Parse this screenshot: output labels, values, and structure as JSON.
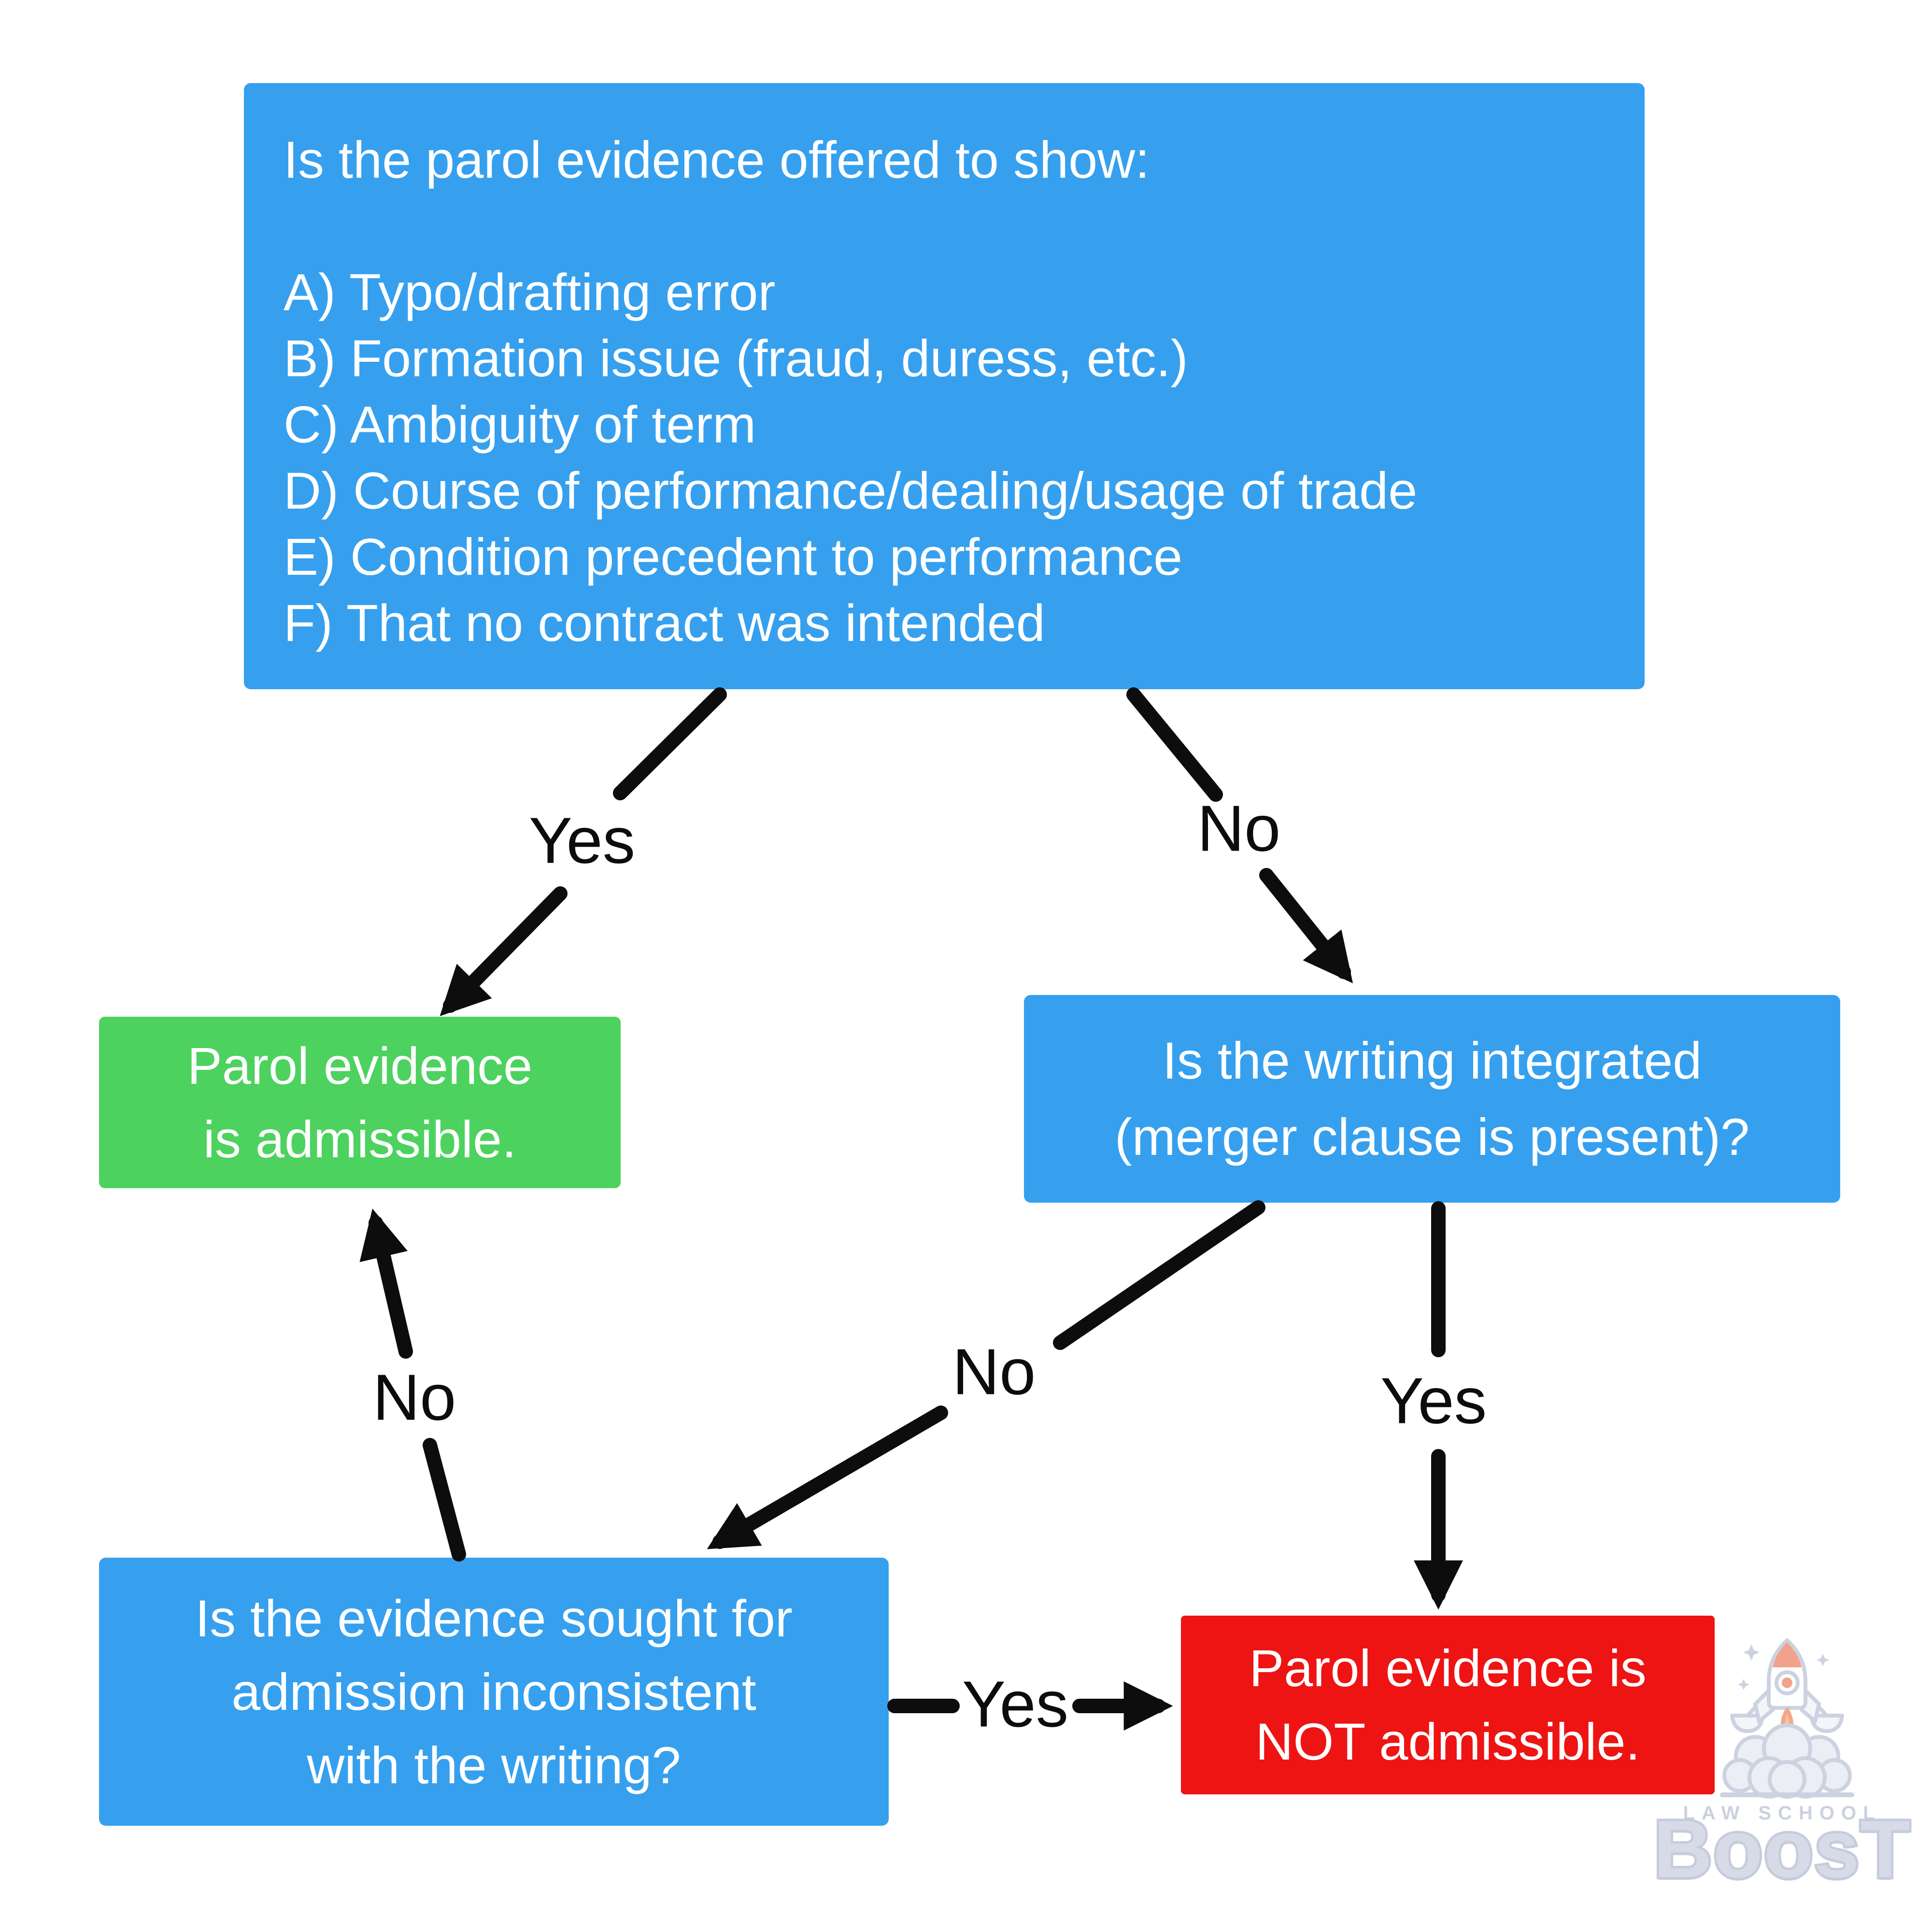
{
  "flowchart": {
    "root_question": {
      "intro": "Is the parol evidence offered to show:",
      "options": [
        "A) Typo/drafting error",
        "B) Formation issue (fraud, duress, etc.)",
        "C) Ambiguity of term",
        "D) Course of performance/dealing/usage of trade",
        "E) Condition precedent to performance",
        "F) That no contract was intended"
      ]
    },
    "nodes": {
      "admissible": {
        "line1": "Parol evidence",
        "line2": "is admissible.",
        "color": "#4dd25f"
      },
      "integrated": {
        "line1": "Is the writing integrated",
        "line2": "(merger clause is present)?",
        "color": "#36a0ef"
      },
      "inconsistent": {
        "line1": "Is the evidence sought for",
        "line2": "admission inconsistent",
        "line3": "with the writing?",
        "color": "#36a0ef"
      },
      "not_admissible": {
        "line1": "Parol evidence is",
        "line2": "NOT admissible.",
        "color": "#ee1414"
      }
    },
    "edge_labels": {
      "root_yes": "Yes",
      "root_no": "No",
      "integrated_no": "No",
      "integrated_yes": "Yes",
      "inconsistent_no": "No",
      "inconsistent_yes": "Yes"
    },
    "arrow_color": "#0d0d0d"
  },
  "colors": {
    "question_blue": "#36a0ef",
    "admissible_green": "#4dd25f",
    "not_admissible_red": "#ee1414",
    "background": "#ffffff",
    "watermark_gray": "#ccd1e0"
  },
  "watermark": {
    "brand_top": "LAW SCHOOL",
    "brand_main": "BoosT"
  }
}
